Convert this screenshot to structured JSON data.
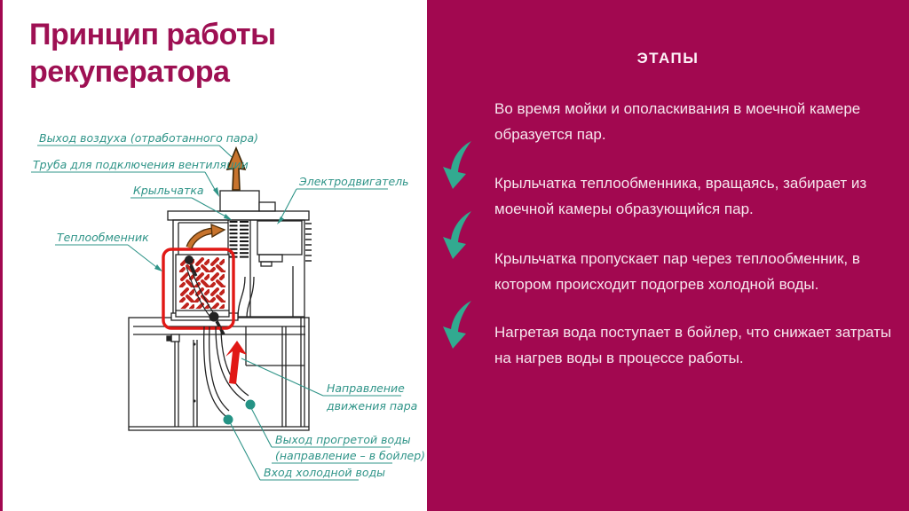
{
  "slide": {
    "title_line1": "Принцип работы",
    "title_line2": "рекуператора"
  },
  "diagram": {
    "labels": {
      "air_exit": "Выход воздуха (отработанного пара)",
      "vent_pipe": "Труба для подключения вентиляции",
      "impeller": "Крыльчатка",
      "motor": "Электродвигатель",
      "heat_exchanger": "Теплообменник",
      "steam_dir_line1": "Направление",
      "steam_dir_line2": "движения пара",
      "warm_water_line1": "Выход прогретой воды",
      "warm_water_line2": "(направление – в бойлер)",
      "cold_water": "Вход холодной воды"
    },
    "colors": {
      "label_teal": "#2f9488",
      "highlight_red": "#e11815",
      "steam_orange": "#c8742d",
      "line_black": "#222222"
    }
  },
  "steps_panel": {
    "heading": "ЭТАПЫ",
    "colors": {
      "panel_bg": "#a20850",
      "arrow_teal": "#32aa90",
      "text": "#f6e7ee"
    },
    "steps": [
      {
        "text": "Во время мойки и ополаскивания в моечной камере образуется пар."
      },
      {
        "text": "Крыльчатка теплообменника, вращаясь, забирает из моечной камеры образующийся пар."
      },
      {
        "text": "Крыльчатка пропускает пар через теплообменник, в котором происходит подогрев холодной воды."
      },
      {
        "text": "Нагретая вода поступает в бойлер, что снижает затраты на нагрев воды в процессе работы."
      }
    ]
  }
}
